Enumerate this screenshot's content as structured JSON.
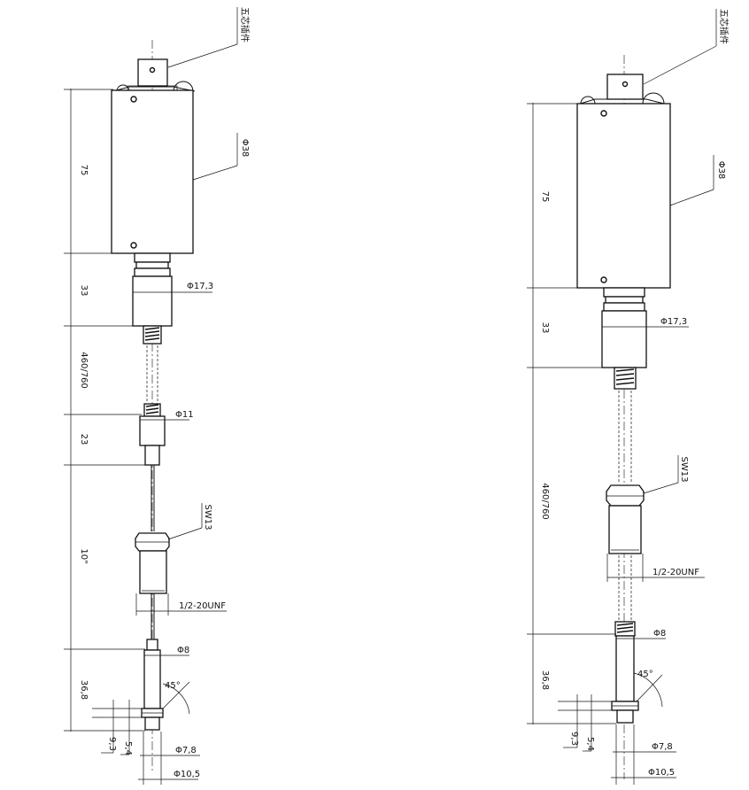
{
  "left_view": {
    "connector_label": "五芯插件",
    "dia_housing": "Φ38",
    "dim_housing_len": "75",
    "dim_neck_len": "33",
    "dia_neck": "Φ17,3",
    "dim_cable_len": "460/760",
    "dia_adapter": "Φ11",
    "dim_adapter_len": "23",
    "dim_probe_cable": "10\"",
    "label_hex": "SW13",
    "label_thread": "1/2-20UNF",
    "dia_probe": "Φ8",
    "dim_probe_len": "36,8",
    "angle": "45°",
    "dim_9_3": "9,3",
    "dim_5_4": "5,4",
    "dia_tip": "Φ7,8",
    "dia_flange": "Φ10,5"
  },
  "right_view": {
    "connector_label": "五芯插件",
    "dia_housing": "Φ38",
    "dim_housing_len": "75",
    "dim_neck_len": "33",
    "dia_neck": "Φ17,3",
    "dim_cable_len": "460/760",
    "label_hex": "SW13",
    "label_thread": "1/2-20UNF",
    "dia_probe": "Φ8",
    "dim_probe_len": "36,8",
    "angle": "45°",
    "dim_9_3": "9,3",
    "dim_5_4": "5,4",
    "dia_tip": "Φ7,8",
    "dia_flange": "Φ10,5"
  }
}
